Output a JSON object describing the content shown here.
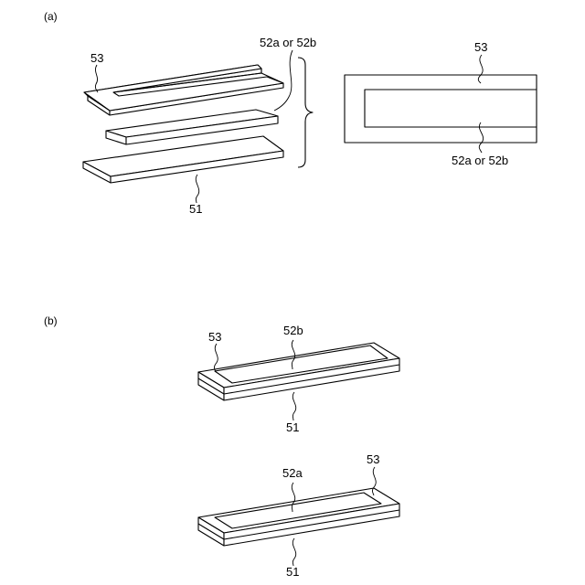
{
  "figure": {
    "panel_a": {
      "label": "(a)",
      "exploded_view": {
        "label_53": "53",
        "label_52": "52a or 52b",
        "label_51": "51"
      },
      "top_view": {
        "label_53": "53",
        "label_52": "52a or 52b"
      }
    },
    "panel_b": {
      "label": "(b)",
      "assembly_52b": {
        "label_53": "53",
        "label_52b": "52b",
        "label_51": "51"
      },
      "assembly_52a": {
        "label_52a": "52a",
        "label_53": "53",
        "label_51": "51"
      }
    }
  }
}
